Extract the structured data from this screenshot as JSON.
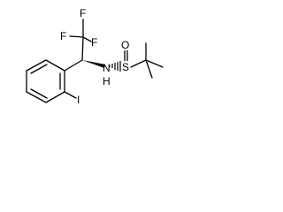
{
  "molecule": {
    "atoms": {
      "f_top": "F",
      "f_left": "F",
      "f_right": "F",
      "nitrogen": "N",
      "hydrogen": "H",
      "sulfur": "S",
      "oxygen": "O",
      "iodine": "I"
    }
  },
  "colors": {
    "bond": "#000000",
    "text": "#000000"
  }
}
